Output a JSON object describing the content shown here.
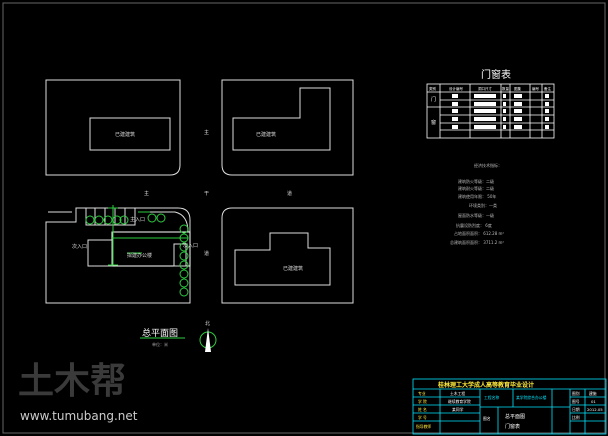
{
  "drawing": {
    "door_window_table": {
      "title": "门窗表",
      "headers": [
        "类别",
        "设计编号",
        "洞口尺寸",
        "数量",
        "图集",
        "编号",
        "备注"
      ],
      "groups": [
        {
          "label": "门",
          "rows": 2
        },
        {
          "label": "窗",
          "rows": 3
        }
      ]
    },
    "notes": {
      "title": "经济技术指标：",
      "items": [
        "建筑防火等级：二级",
        "建筑耐火等级：二级",
        "建筑使用年限：  50年",
        "环境类别：一类",
        "屋面防水等级：一级",
        "抗震设防烈度：  6度",
        "占地面积面积：  612.28 m²",
        "总建筑面积面积：  3711.2 m²"
      ]
    },
    "site": {
      "existing_building": "已建建筑",
      "new_building": "拟建办公楼",
      "main_entrance": "主入口",
      "secondary_entrance": "次入口",
      "road_chars": [
        "主",
        "干",
        "道"
      ],
      "plan_title": "总平面图",
      "scale": "单位：米",
      "north": "北"
    },
    "title_block": {
      "school": "桂林理工大学成人高等教育毕业设计",
      "rows": [
        [
          "专业",
          "土木工程"
        ],
        [
          "学 院",
          "继续教育学院"
        ],
        [
          "姓 名",
          "某同学"
        ],
        [
          "学 号",
          ""
        ],
        [
          "指导教师",
          ""
        ]
      ],
      "project_type": "工程名称",
      "project_name": "某学院综合办公楼",
      "drawing_label": "图名",
      "drawing_name_1": "总平面图",
      "drawing_name_2": "门窗表",
      "right_labels": [
        "图别",
        "图号",
        "日期",
        "比例"
      ],
      "right_values": [
        "建施",
        "01",
        "2012.05",
        ""
      ]
    },
    "watermark": {
      "logo": "土木帮",
      "url": "www.tumubang.net"
    }
  }
}
